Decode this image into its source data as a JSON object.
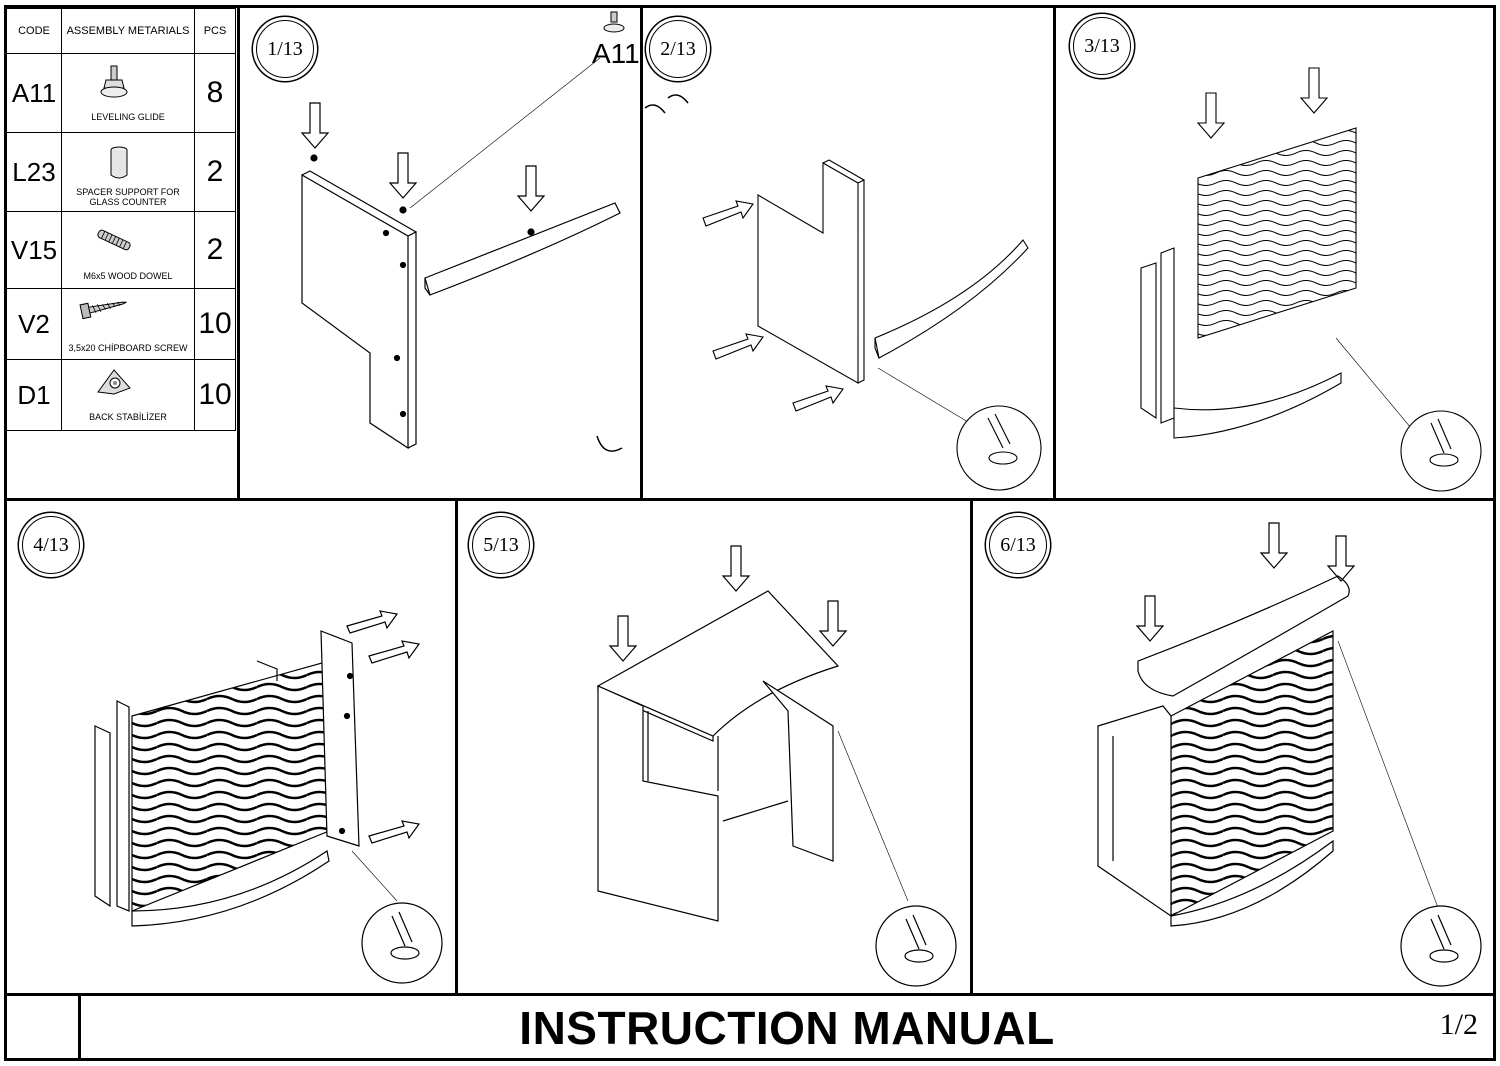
{
  "parts_table": {
    "headers": {
      "code": "CODE",
      "materials": "ASSEMBLY METARIALS",
      "pcs": "PCS"
    },
    "rows": [
      {
        "code": "A11",
        "name": "LEVELING GLIDE",
        "pcs": "8",
        "icon": "leveling-glide-icon"
      },
      {
        "code": "L23",
        "name": "SPACER SUPPORT FOR GLASS COUNTER",
        "pcs": "2",
        "icon": "spacer-support-icon"
      },
      {
        "code": "V15",
        "name": "M6x5 WOOD DOWEL",
        "pcs": "2",
        "icon": "wood-dowel-icon"
      },
      {
        "code": "V2",
        "name": "3,5x20 CHİPBOARD SCREW",
        "pcs": "10",
        "icon": "chipboard-screw-icon"
      },
      {
        "code": "D1",
        "name": "BACK STABİLİZER",
        "pcs": "10",
        "icon": "back-stabilizer-icon"
      }
    ]
  },
  "steps": [
    {
      "label": "1/13",
      "callout": "A11"
    },
    {
      "label": "2/13"
    },
    {
      "label": "3/13"
    },
    {
      "label": "4/13"
    },
    {
      "label": "5/13"
    },
    {
      "label": "6/13"
    }
  ],
  "footer": {
    "title": "INSTRUCTION MANUAL",
    "page": "1/2"
  }
}
